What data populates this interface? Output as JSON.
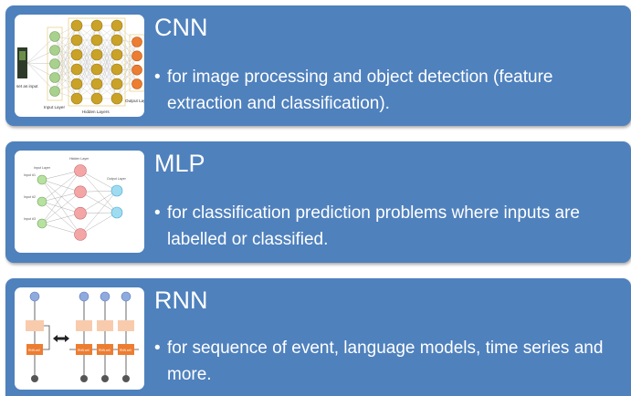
{
  "cards": [
    {
      "title": "CNN",
      "bullet": "for image processing and object detection (feature extraction and classification).",
      "thumb_labels": {
        "input": "set as input",
        "input_layer": "Input Layer",
        "hidden_layers": "Hidden Layers",
        "output_layer": "Output Lay"
      }
    },
    {
      "title": "MLP",
      "bullet": "for classification prediction problems where inputs are labelled or classified.",
      "thumb_labels": {
        "input_layer": "Input Layer",
        "hidden_layer": "Hidden Layer",
        "output_layer": "Output Layer",
        "input1": "Input #1",
        "input2": "Input #2",
        "input3": "Input #3"
      }
    },
    {
      "title": "RNN",
      "bullet": "for sequence of event, language models, time series and more.",
      "thumb_labels": {
        "cell": "RNN cell"
      }
    }
  ],
  "bullet_symbol": "•",
  "colors": {
    "card_bg": "#4f81bd",
    "text": "#ffffff",
    "cnn_input": "#a9d18e",
    "cnn_hidden": "#c9a227",
    "cnn_output": "#ed7d31",
    "mlp_input": "#b7e1a1",
    "mlp_hidden": "#f4a6a6",
    "mlp_output": "#9fdcf2",
    "rnn_cell": "#ed7d31",
    "rnn_state": "#f8cbad",
    "rnn_node": "#8faadc"
  }
}
